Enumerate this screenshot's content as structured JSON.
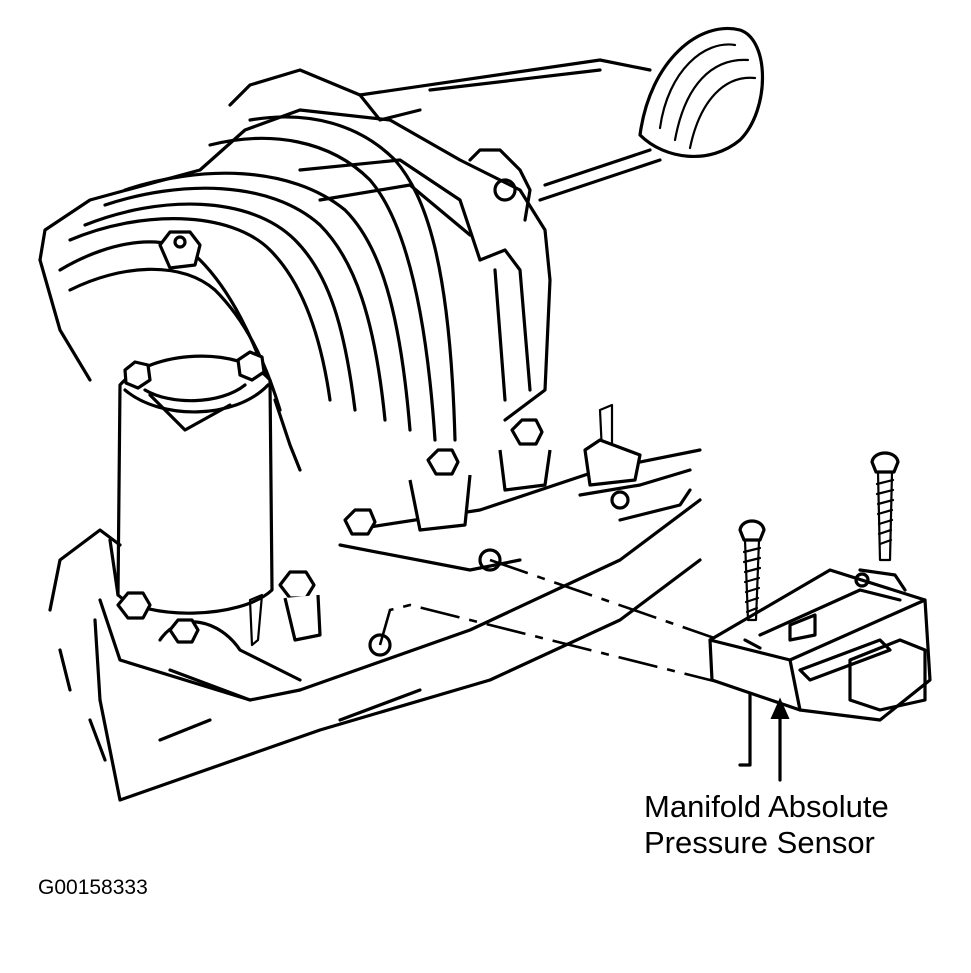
{
  "callout": {
    "line1": "Manifold Absolute",
    "line2": "Pressure Sensor"
  },
  "figure_id": "G00158333"
}
